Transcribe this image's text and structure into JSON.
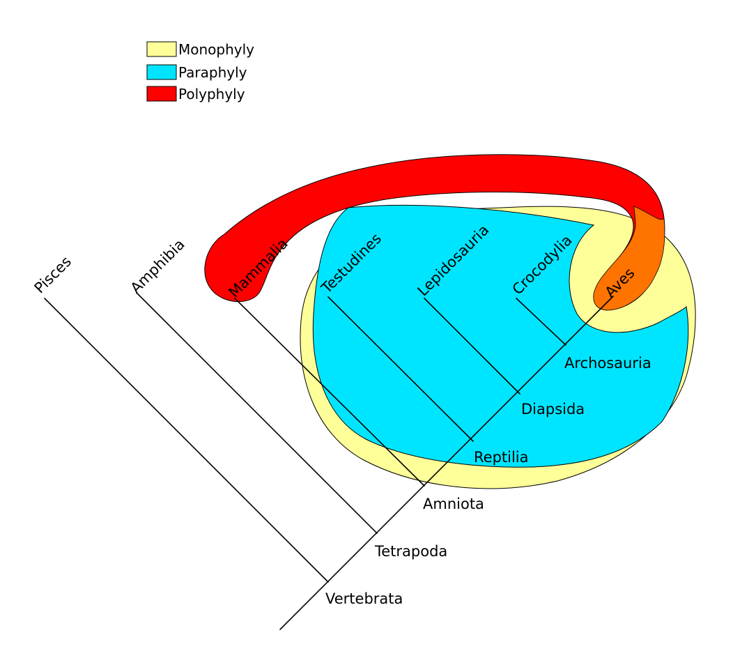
{
  "legend": {
    "items": [
      {
        "label": "Monophyly",
        "color": "#ffff99"
      },
      {
        "label": "Paraphyly",
        "color": "#00e5ff"
      },
      {
        "label": "Polyphyly",
        "color": "#ff0000"
      }
    ]
  },
  "colors": {
    "monophyly": "#ffff99",
    "paraphyly": "#00e5ff",
    "polyphyly": "#ff0000",
    "overlap": "#ff7300",
    "branch": "#000000"
  },
  "taxa": {
    "pisces": "Pisces",
    "amphibia": "Amphibia",
    "mammalia": "Mammalia",
    "testudines": "Testudines",
    "lepidosauria": "Lepidosauria",
    "crocodylia": "Crocodylia",
    "aves": "Aves"
  },
  "nodes": {
    "vertebrata": "Vertebrata",
    "tetrapoda": "Tetrapoda",
    "amniota": "Amniota",
    "reptilia": "Reptilia",
    "diapsida": "Diapsida",
    "archosauria": "Archosauria"
  }
}
